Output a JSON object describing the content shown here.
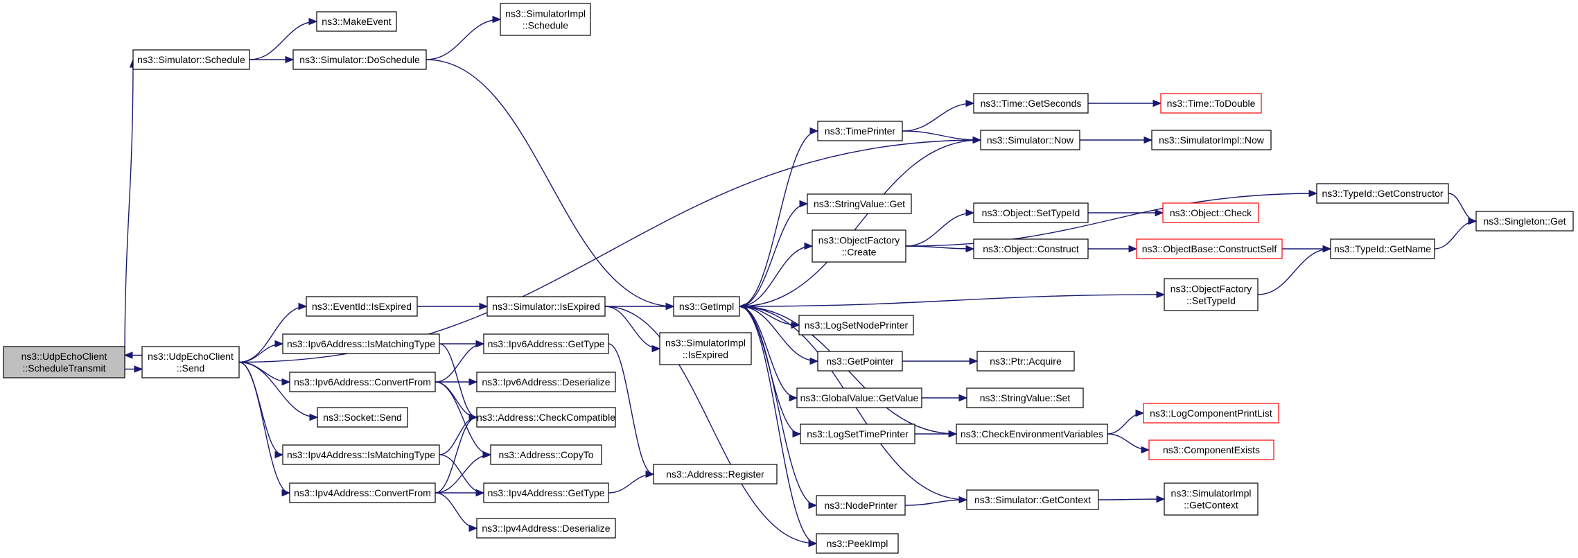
{
  "colors": {
    "edge": "#191970",
    "node_border": "#000000",
    "node_border_truncated": "#ff0000",
    "node_fill": "#ffffff",
    "focus_fill": "#bfbfbf"
  },
  "nodes": [
    {
      "id": "schedule_transmit",
      "label": [
        "ns3::UdpEchoClient",
        "::ScheduleTransmit"
      ],
      "style": "focus"
    },
    {
      "id": "send",
      "label": [
        "ns3::UdpEchoClient",
        "::Send"
      ],
      "style": "normal"
    },
    {
      "id": "sim_schedule",
      "label": [
        "ns3::Simulator::Schedule"
      ],
      "style": "normal"
    },
    {
      "id": "make_event",
      "label": [
        "ns3::MakeEvent"
      ],
      "style": "normal"
    },
    {
      "id": "sim_doschedule",
      "label": [
        "ns3::Simulator::DoSchedule"
      ],
      "style": "normal"
    },
    {
      "id": "simimpl_schedule",
      "label": [
        "ns3::SimulatorImpl",
        "::Schedule"
      ],
      "style": "normal"
    },
    {
      "id": "eventid_isexpired",
      "label": [
        "ns3::EventId::IsExpired"
      ],
      "style": "normal"
    },
    {
      "id": "sim_isexpired",
      "label": [
        "ns3::Simulator::IsExpired"
      ],
      "style": "normal"
    },
    {
      "id": "getimpl",
      "label": [
        "ns3::GetImpl"
      ],
      "style": "normal"
    },
    {
      "id": "simimpl_isexpired",
      "label": [
        "ns3::SimulatorImpl",
        "::IsExpired"
      ],
      "style": "normal"
    },
    {
      "id": "ipv6_ismatching",
      "label": [
        "ns3::Ipv6Address::IsMatchingType"
      ],
      "style": "normal"
    },
    {
      "id": "ipv6_gettype",
      "label": [
        "ns3::Ipv6Address::GetType"
      ],
      "style": "normal"
    },
    {
      "id": "ipv6_convertfrom",
      "label": [
        "ns3::Ipv6Address::ConvertFrom"
      ],
      "style": "normal"
    },
    {
      "id": "ipv6_deserialize",
      "label": [
        "ns3::Ipv6Address::Deserialize"
      ],
      "style": "normal"
    },
    {
      "id": "socket_send",
      "label": [
        "ns3::Socket::Send"
      ],
      "style": "normal"
    },
    {
      "id": "addr_checkcompat",
      "label": [
        "ns3::Address::CheckCompatible"
      ],
      "style": "normal"
    },
    {
      "id": "ipv4_ismatching",
      "label": [
        "ns3::Ipv4Address::IsMatchingType"
      ],
      "style": "normal"
    },
    {
      "id": "addr_copyto",
      "label": [
        "ns3::Address::CopyTo"
      ],
      "style": "normal"
    },
    {
      "id": "ipv4_convertfrom",
      "label": [
        "ns3::Ipv4Address::ConvertFrom"
      ],
      "style": "normal"
    },
    {
      "id": "ipv4_gettype",
      "label": [
        "ns3::Ipv4Address::GetType"
      ],
      "style": "normal"
    },
    {
      "id": "addr_register",
      "label": [
        "ns3::Address::Register"
      ],
      "style": "normal"
    },
    {
      "id": "ipv4_deserialize",
      "label": [
        "ns3::Ipv4Address::Deserialize"
      ],
      "style": "normal"
    },
    {
      "id": "timeprinter",
      "label": [
        "ns3::TimePrinter"
      ],
      "style": "normal"
    },
    {
      "id": "time_getseconds",
      "label": [
        "ns3::Time::GetSeconds"
      ],
      "style": "normal"
    },
    {
      "id": "time_todouble",
      "label": [
        "ns3::Time::ToDouble"
      ],
      "style": "truncated"
    },
    {
      "id": "sim_now",
      "label": [
        "ns3::Simulator::Now"
      ],
      "style": "normal"
    },
    {
      "id": "simimpl_now",
      "label": [
        "ns3::SimulatorImpl::Now"
      ],
      "style": "normal"
    },
    {
      "id": "stringvalue_get",
      "label": [
        "ns3::StringValue::Get"
      ],
      "style": "normal"
    },
    {
      "id": "objfactory_create",
      "label": [
        "ns3::ObjectFactory",
        "::Create"
      ],
      "style": "normal"
    },
    {
      "id": "object_settypeid",
      "label": [
        "ns3::Object::SetTypeId"
      ],
      "style": "normal"
    },
    {
      "id": "object_check",
      "label": [
        "ns3::Object::Check"
      ],
      "style": "truncated"
    },
    {
      "id": "object_construct",
      "label": [
        "ns3::Object::Construct"
      ],
      "style": "normal"
    },
    {
      "id": "objbase_constructself",
      "label": [
        "ns3::ObjectBase::ConstructSelf"
      ],
      "style": "truncated"
    },
    {
      "id": "typeid_getconstructor",
      "label": [
        "ns3::TypeId::GetConstructor"
      ],
      "style": "normal"
    },
    {
      "id": "singleton_get",
      "label": [
        "ns3::Singleton::Get"
      ],
      "style": "normal"
    },
    {
      "id": "typeid_getname",
      "label": [
        "ns3::TypeId::GetName"
      ],
      "style": "normal"
    },
    {
      "id": "objfactory_settypeid",
      "label": [
        "ns3::ObjectFactory",
        "::SetTypeId"
      ],
      "style": "normal"
    },
    {
      "id": "logsetnodeprinter",
      "label": [
        "ns3::LogSetNodePrinter"
      ],
      "style": "normal"
    },
    {
      "id": "getpointer",
      "label": [
        "ns3::GetPointer"
      ],
      "style": "normal"
    },
    {
      "id": "ptr_acquire",
      "label": [
        "ns3::Ptr::Acquire"
      ],
      "style": "normal"
    },
    {
      "id": "globalvalue_getvalue",
      "label": [
        "ns3::GlobalValue::GetValue"
      ],
      "style": "normal"
    },
    {
      "id": "stringvalue_set",
      "label": [
        "ns3::StringValue::Set"
      ],
      "style": "normal"
    },
    {
      "id": "logsettimeprinter",
      "label": [
        "ns3::LogSetTimePrinter"
      ],
      "style": "normal"
    },
    {
      "id": "checkenvvars",
      "label": [
        "ns3::CheckEnvironmentVariables"
      ],
      "style": "normal"
    },
    {
      "id": "logcompprintlist",
      "label": [
        "ns3::LogComponentPrintList"
      ],
      "style": "truncated"
    },
    {
      "id": "componentexists",
      "label": [
        "ns3::ComponentExists"
      ],
      "style": "truncated"
    },
    {
      "id": "nodeprinter",
      "label": [
        "ns3::NodePrinter"
      ],
      "style": "normal"
    },
    {
      "id": "sim_getcontext",
      "label": [
        "ns3::Simulator::GetContext"
      ],
      "style": "normal"
    },
    {
      "id": "simimpl_getcontext",
      "label": [
        "ns3::SimulatorImpl",
        "::GetContext"
      ],
      "style": "normal"
    },
    {
      "id": "peekimpl",
      "label": [
        "ns3::PeekImpl"
      ],
      "style": "normal"
    }
  ],
  "edges": [
    [
      "schedule_transmit",
      "sim_schedule"
    ],
    [
      "schedule_transmit",
      "send"
    ],
    [
      "send",
      "schedule_transmit"
    ],
    [
      "sim_schedule",
      "make_event"
    ],
    [
      "sim_schedule",
      "sim_doschedule"
    ],
    [
      "sim_doschedule",
      "simimpl_schedule"
    ],
    [
      "sim_doschedule",
      "getimpl"
    ],
    [
      "send",
      "sim_now"
    ],
    [
      "send",
      "eventid_isexpired"
    ],
    [
      "send",
      "ipv6_ismatching"
    ],
    [
      "send",
      "ipv6_convertfrom"
    ],
    [
      "send",
      "socket_send"
    ],
    [
      "send",
      "ipv4_ismatching"
    ],
    [
      "send",
      "ipv4_convertfrom"
    ],
    [
      "eventid_isexpired",
      "sim_isexpired"
    ],
    [
      "sim_isexpired",
      "getimpl"
    ],
    [
      "sim_isexpired",
      "simimpl_isexpired"
    ],
    [
      "sim_isexpired",
      "peekimpl"
    ],
    [
      "ipv6_ismatching",
      "ipv6_gettype"
    ],
    [
      "ipv6_ismatching",
      "addr_checkcompat"
    ],
    [
      "ipv6_convertfrom",
      "ipv6_gettype"
    ],
    [
      "ipv6_convertfrom",
      "ipv6_deserialize"
    ],
    [
      "ipv6_convertfrom",
      "addr_checkcompat"
    ],
    [
      "ipv6_convertfrom",
      "addr_copyto"
    ],
    [
      "ipv6_gettype",
      "addr_register"
    ],
    [
      "ipv4_ismatching",
      "addr_checkcompat"
    ],
    [
      "ipv4_ismatching",
      "ipv4_gettype"
    ],
    [
      "ipv4_convertfrom",
      "addr_checkcompat"
    ],
    [
      "ipv4_convertfrom",
      "addr_copyto"
    ],
    [
      "ipv4_convertfrom",
      "ipv4_gettype"
    ],
    [
      "ipv4_convertfrom",
      "ipv4_deserialize"
    ],
    [
      "ipv4_gettype",
      "addr_register"
    ],
    [
      "getimpl",
      "timeprinter"
    ],
    [
      "getimpl",
      "stringvalue_get"
    ],
    [
      "getimpl",
      "objfactory_create"
    ],
    [
      "getimpl",
      "objfactory_settypeid"
    ],
    [
      "getimpl",
      "logsetnodeprinter"
    ],
    [
      "getimpl",
      "getpointer"
    ],
    [
      "getimpl",
      "globalvalue_getvalue"
    ],
    [
      "getimpl",
      "logsettimeprinter"
    ],
    [
      "getimpl",
      "nodeprinter"
    ],
    [
      "getimpl",
      "checkenvvars"
    ],
    [
      "getimpl",
      "peekimpl"
    ],
    [
      "timeprinter",
      "time_getseconds"
    ],
    [
      "timeprinter",
      "sim_now"
    ],
    [
      "time_getseconds",
      "time_todouble"
    ],
    [
      "sim_now",
      "getimpl"
    ],
    [
      "sim_now",
      "simimpl_now"
    ],
    [
      "objfactory_create",
      "typeid_getconstructor"
    ],
    [
      "objfactory_create",
      "object_settypeid"
    ],
    [
      "objfactory_create",
      "object_construct"
    ],
    [
      "object_settypeid",
      "object_check"
    ],
    [
      "object_construct",
      "objbase_constructself"
    ],
    [
      "objbase_constructself",
      "typeid_getname"
    ],
    [
      "typeid_getconstructor",
      "singleton_get"
    ],
    [
      "typeid_getname",
      "singleton_get"
    ],
    [
      "objfactory_settypeid",
      "typeid_getname"
    ],
    [
      "getpointer",
      "ptr_acquire"
    ],
    [
      "globalvalue_getvalue",
      "stringvalue_set"
    ],
    [
      "logsettimeprinter",
      "checkenvvars"
    ],
    [
      "checkenvvars",
      "logcompprintlist"
    ],
    [
      "checkenvvars",
      "componentexists"
    ],
    [
      "nodeprinter",
      "sim_getcontext"
    ],
    [
      "sim_getcontext",
      "getimpl"
    ],
    [
      "sim_getcontext",
      "simimpl_getcontext"
    ]
  ]
}
